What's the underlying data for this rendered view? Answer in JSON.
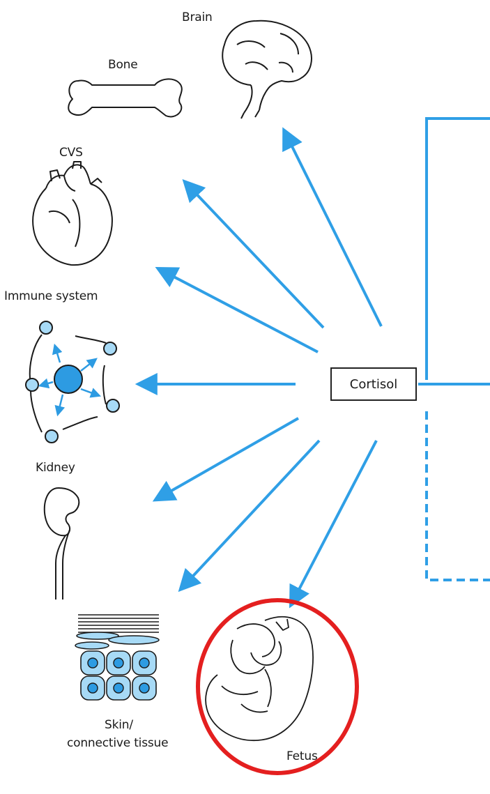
{
  "diagram": {
    "center_node": "Cortisol",
    "targets": {
      "brain": "Brain",
      "bone": "Bone",
      "cvs": "CVS",
      "immune": "Immune system",
      "kidney": "Kidney",
      "skin_line1": "Skin/",
      "skin_line2": "connective tissue",
      "fetus": "Fetus"
    },
    "colors": {
      "arrow": "#2f9fe6",
      "cell_fill": "#a7daf6",
      "cell_core": "#2d9be2",
      "highlight_ring": "#e41f1f",
      "outline": "#1a1a1a"
    }
  }
}
